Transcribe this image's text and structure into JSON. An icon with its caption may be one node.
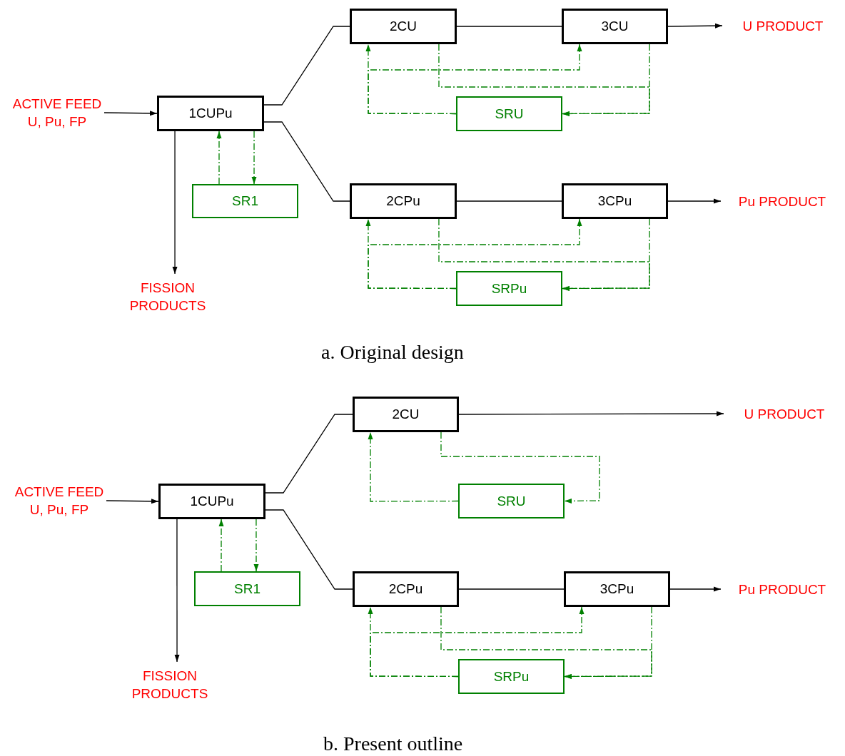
{
  "diagram": {
    "nodes": [
      {
        "text": [
          "ACTIVE FEED U, Pu, FP"
        ]
      },
      {
        "text": [
          "1CUPu"
        ]
      },
      {
        "text": [
          "2CU"
        ]
      },
      {
        "text": [
          "3CU"
        ]
      },
      {
        "text": [
          "U PRODUCT"
        ]
      },
      {
        "text": [
          "SRU"
        ]
      },
      {
        "text": [
          "SR1"
        ]
      },
      {
        "text": [
          "2CPu"
        ]
      },
      {
        "text": [
          "3CPu"
        ]
      },
      {
        "text": [
          "Pu PRODUCT"
        ]
      },
      {
        "text": [
          "SRPu"
        ]
      },
      {
        "text": [
          "FISSION PRODUCTS"
        ]
      },
      {
        "text": [
          "ACTIVE FEED U, Pu, FP"
        ]
      },
      {
        "text": [
          "1CUPu"
        ]
      },
      {
        "text": [
          "2CU"
        ]
      },
      {
        "text": [
          "U PRODUCT"
        ]
      },
      {
        "text": [
          "SRU"
        ]
      },
      {
        "text": [
          "SR1"
        ]
      },
      {
        "text": [
          "2CPu"
        ]
      },
      {
        "text": [
          "3CPu"
        ]
      },
      {
        "text": [
          "Pu PRODUCT"
        ]
      },
      {
        "text": [
          "SRPu"
        ]
      },
      {
        "text": [
          "FISSION PRODUCTS"
        ]
      }
    ],
    "edges": [
      {
        "from": 0,
        "to": 1,
        "arrow": "to",
        "color": "#000000"
      },
      {
        "from": 1,
        "to": 2,
        "arrow": "none",
        "color": "#000000"
      },
      {
        "from": 1,
        "to": 7,
        "arrow": "none",
        "color": "#000000"
      },
      {
        "from": 2,
        "to": 3,
        "arrow": "none",
        "color": "#000000"
      },
      {
        "from": 3,
        "to": 4,
        "arrow": "to",
        "color": "#000000"
      },
      {
        "from": 7,
        "to": 8,
        "arrow": "none",
        "color": "#000000"
      },
      {
        "from": 8,
        "to": 9,
        "arrow": "to",
        "color": "#000000"
      },
      {
        "from": 1,
        "to": 11,
        "arrow": "to",
        "color": "#000000"
      },
      {
        "from": 6,
        "to": 1,
        "arrow": "to",
        "style": "dashed"
      },
      {
        "from": 1,
        "to": 6,
        "arrow": "to",
        "style": "dashed"
      },
      {
        "from": 5,
        "to": 2,
        "arrow": "to",
        "style": "dashed"
      },
      {
        "from": 5,
        "to": 3,
        "arrow": "to",
        "style": "dashed"
      },
      {
        "from": 2,
        "to": 5,
        "arrow": "to",
        "style": "dashed"
      },
      {
        "from": 3,
        "to": 5,
        "arrow": "to",
        "style": "dashed"
      },
      {
        "from": 10,
        "to": 7,
        "arrow": "to",
        "style": "dashed"
      },
      {
        "from": 10,
        "to": 8,
        "arrow": "to",
        "style": "dashed"
      },
      {
        "from": 7,
        "to": 10,
        "arrow": "to",
        "style": "dashed"
      },
      {
        "from": 8,
        "to": 10,
        "arrow": "to",
        "style": "dashed"
      },
      {
        "from": 12,
        "to": 13,
        "arrow": "to",
        "color": "#000000"
      },
      {
        "from": 13,
        "to": 14,
        "arrow": "none",
        "color": "#000000"
      },
      {
        "from": 13,
        "to": 18,
        "arrow": "none",
        "color": "#000000"
      },
      {
        "from": 14,
        "to": 15,
        "arrow": "to",
        "color": "#000000"
      },
      {
        "from": 18,
        "to": 19,
        "arrow": "none",
        "color": "#000000"
      },
      {
        "from": 19,
        "to": 20,
        "arrow": "to",
        "color": "#000000"
      },
      {
        "from": 13,
        "to": 22,
        "arrow": "to",
        "color": "#000000"
      },
      {
        "from": 17,
        "to": 13,
        "arrow": "to",
        "style": "dashed"
      },
      {
        "from": 13,
        "to": 17,
        "arrow": "to",
        "style": "dashed"
      },
      {
        "from": 16,
        "to": 14,
        "arrow": "to",
        "style": "dashed"
      },
      {
        "from": 14,
        "to": 16,
        "arrow": "to",
        "style": "dashed"
      },
      {
        "from": 21,
        "to": 18,
        "arrow": "to",
        "style": "dashed"
      },
      {
        "from": 21,
        "to": 19,
        "arrow": "to",
        "style": "dashed"
      },
      {
        "from": 18,
        "to": 21,
        "arrow": "to",
        "style": "dashed"
      },
      {
        "from": 19,
        "to": 21,
        "arrow": "to",
        "style": "dashed"
      }
    ],
    "labels": [
      "a. Original design",
      "b. Present outline"
    ]
  }
}
